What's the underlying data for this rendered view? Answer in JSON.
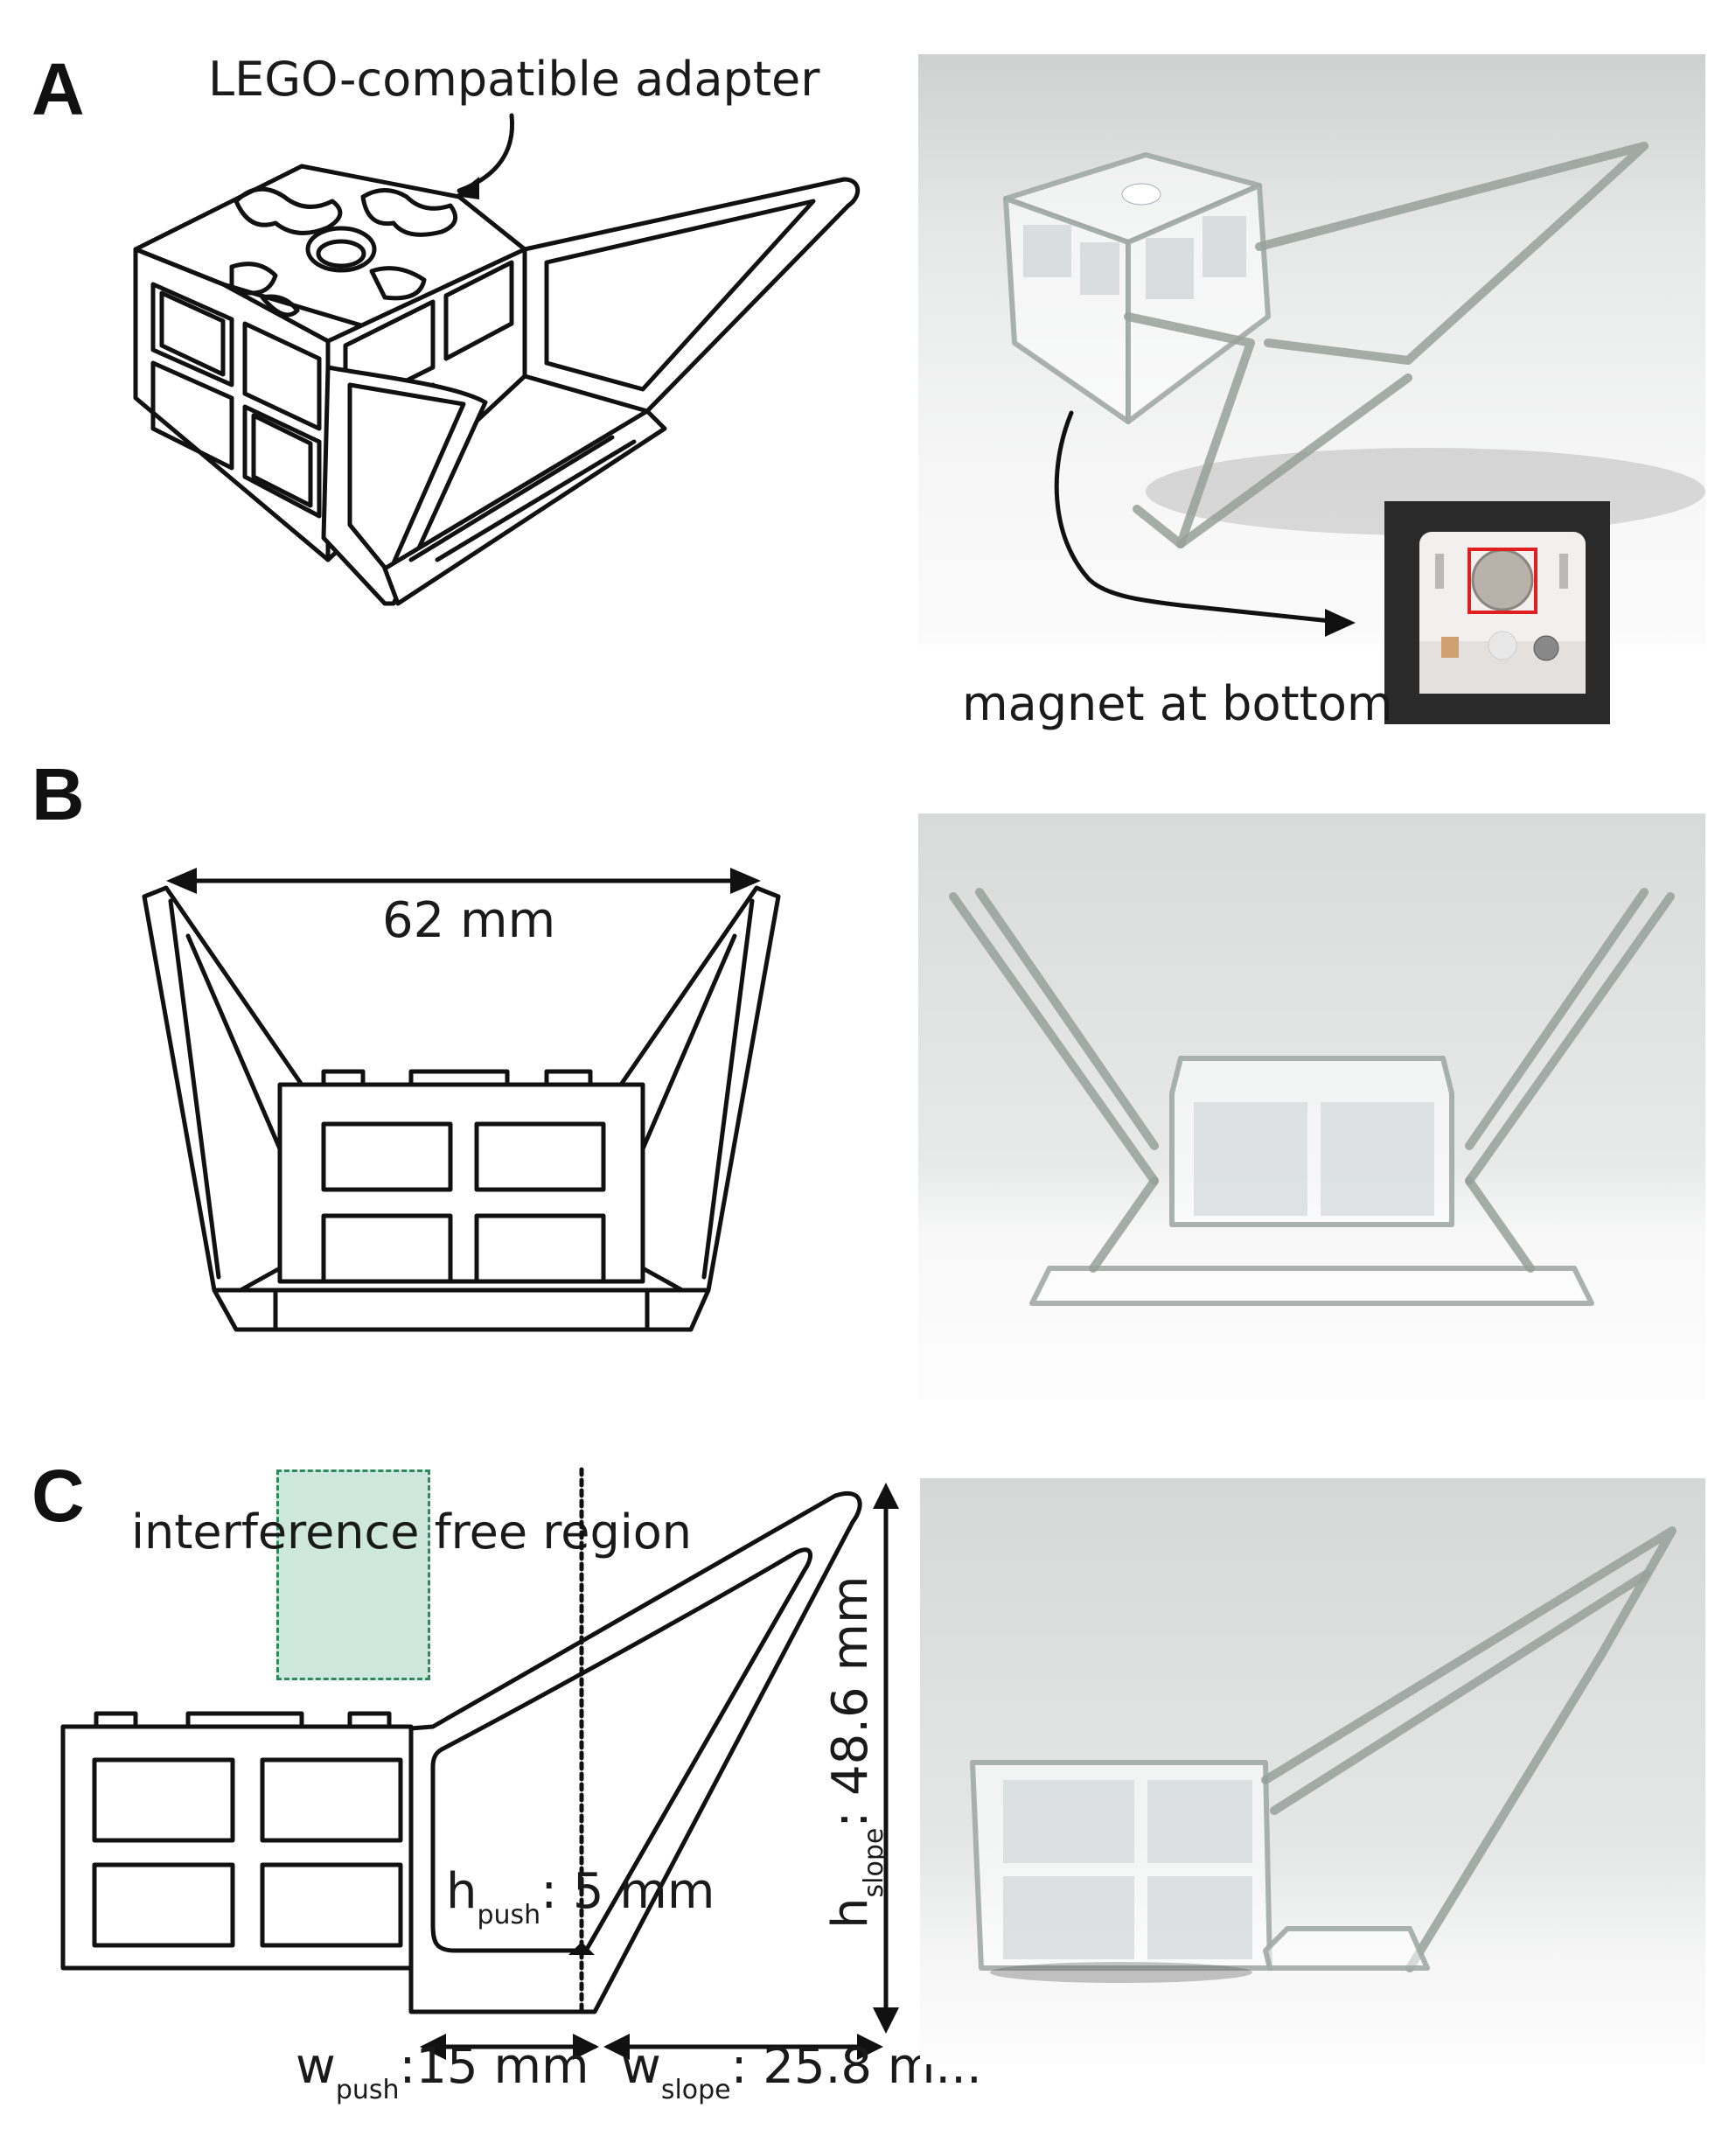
{
  "panels": {
    "a": {
      "letter": "A",
      "callout_adapter": "LEGO-compatible adapter",
      "callout_magnet": "magnet at bottom"
    },
    "b": {
      "letter": "B",
      "width_label": "62 mm"
    },
    "c": {
      "letter": "C",
      "region_label": "interference free region",
      "h_push": {
        "sym": "h",
        "sub": "push",
        "value": ": 5 mm"
      },
      "w_push": {
        "sym": "w",
        "sub": "push",
        "value": ":15 mm"
      },
      "w_slope": {
        "sym": "w",
        "sub": "slope",
        "value": ": 25.8 m..."
      },
      "h_slope": {
        "sym": "h",
        "sub": "slope",
        "value": ": 48.6 mm"
      }
    }
  },
  "colors": {
    "line": "#111111",
    "region_fill": "#cfe8dd",
    "region_border": "#2e8a5c",
    "highlight": "#e02020",
    "photo_bg": "#eceeee"
  }
}
